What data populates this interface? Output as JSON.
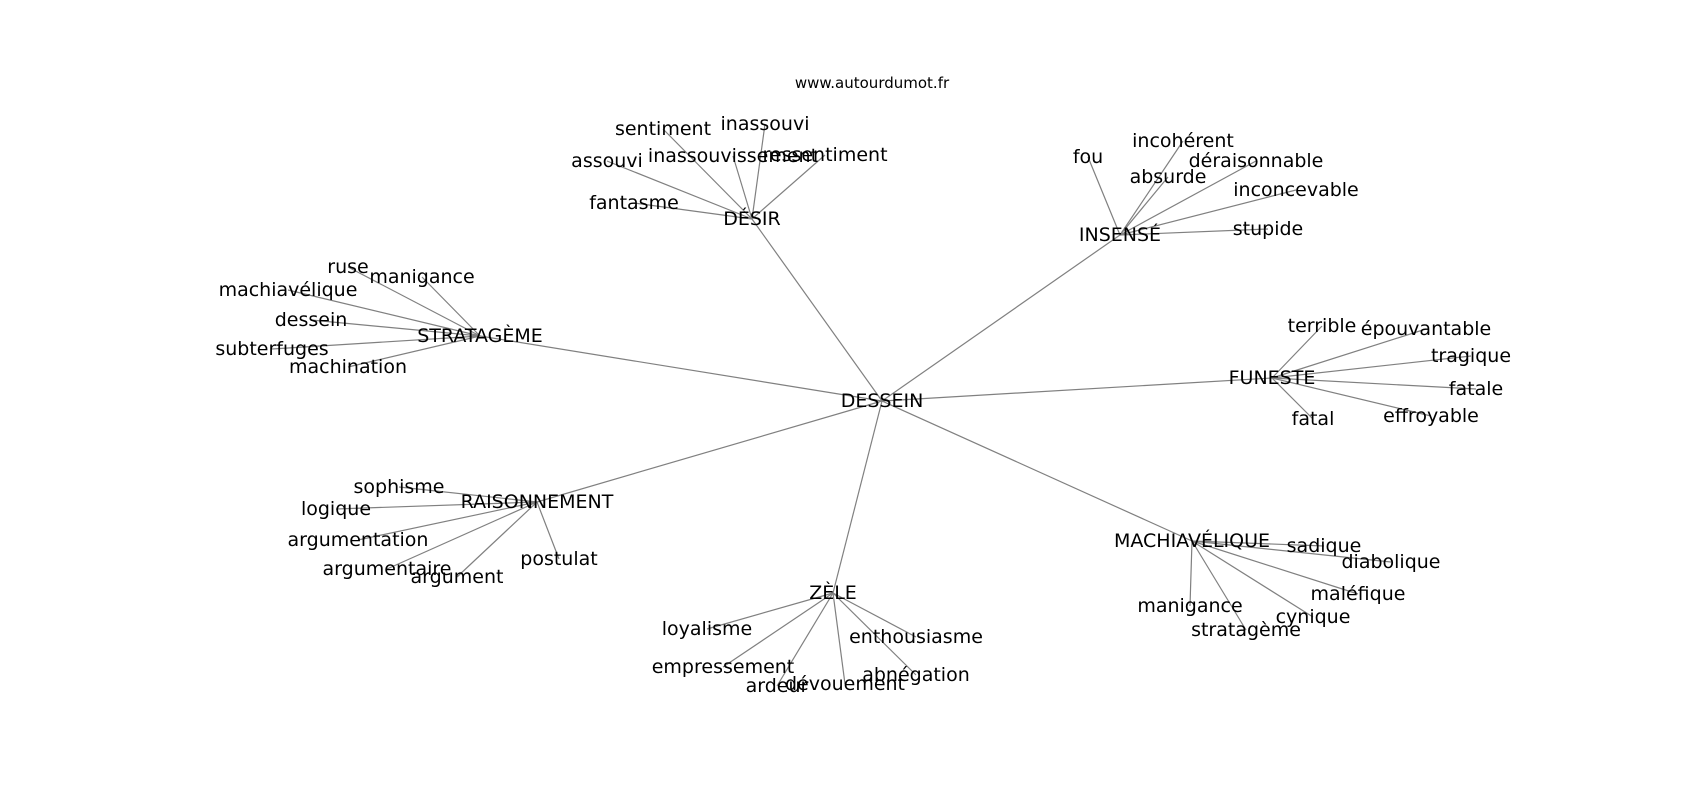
{
  "site": "www.autourdumot.fr",
  "center": "DESSEIN",
  "clusters": [
    {
      "hub": "DÉSIR",
      "words": [
        "sentiment",
        "inassouvi",
        "inassouvissement",
        "ressentiment",
        "assouvi",
        "fantasme"
      ]
    },
    {
      "hub": "INSENSÉ",
      "words": [
        "fou",
        "incohérent",
        "déraisonnable",
        "absurde",
        "inconcevable",
        "stupide"
      ]
    },
    {
      "hub": "STRATAGÈME",
      "words": [
        "ruse",
        "manigance",
        "machiavélique",
        "dessein",
        "subterfuges",
        "machination"
      ]
    },
    {
      "hub": "FUNESTE",
      "words": [
        "terrible",
        "épouvantable",
        "tragique",
        "fatale",
        "effroyable",
        "fatal"
      ]
    },
    {
      "hub": "RAISONNEMENT",
      "words": [
        "sophisme",
        "logique",
        "argumentation",
        "argumentaire",
        "argument",
        "postulat"
      ]
    },
    {
      "hub": "MACHIAVÉLIQUE",
      "words": [
        "sadique",
        "diabolique",
        "maléfique",
        "cynique",
        "stratagème",
        "manigance"
      ]
    },
    {
      "hub": "ZÈLE",
      "words": [
        "loyalisme",
        "empressement",
        "ardeur",
        "dévouement",
        "abnégation",
        "enthousiasme"
      ]
    }
  ]
}
